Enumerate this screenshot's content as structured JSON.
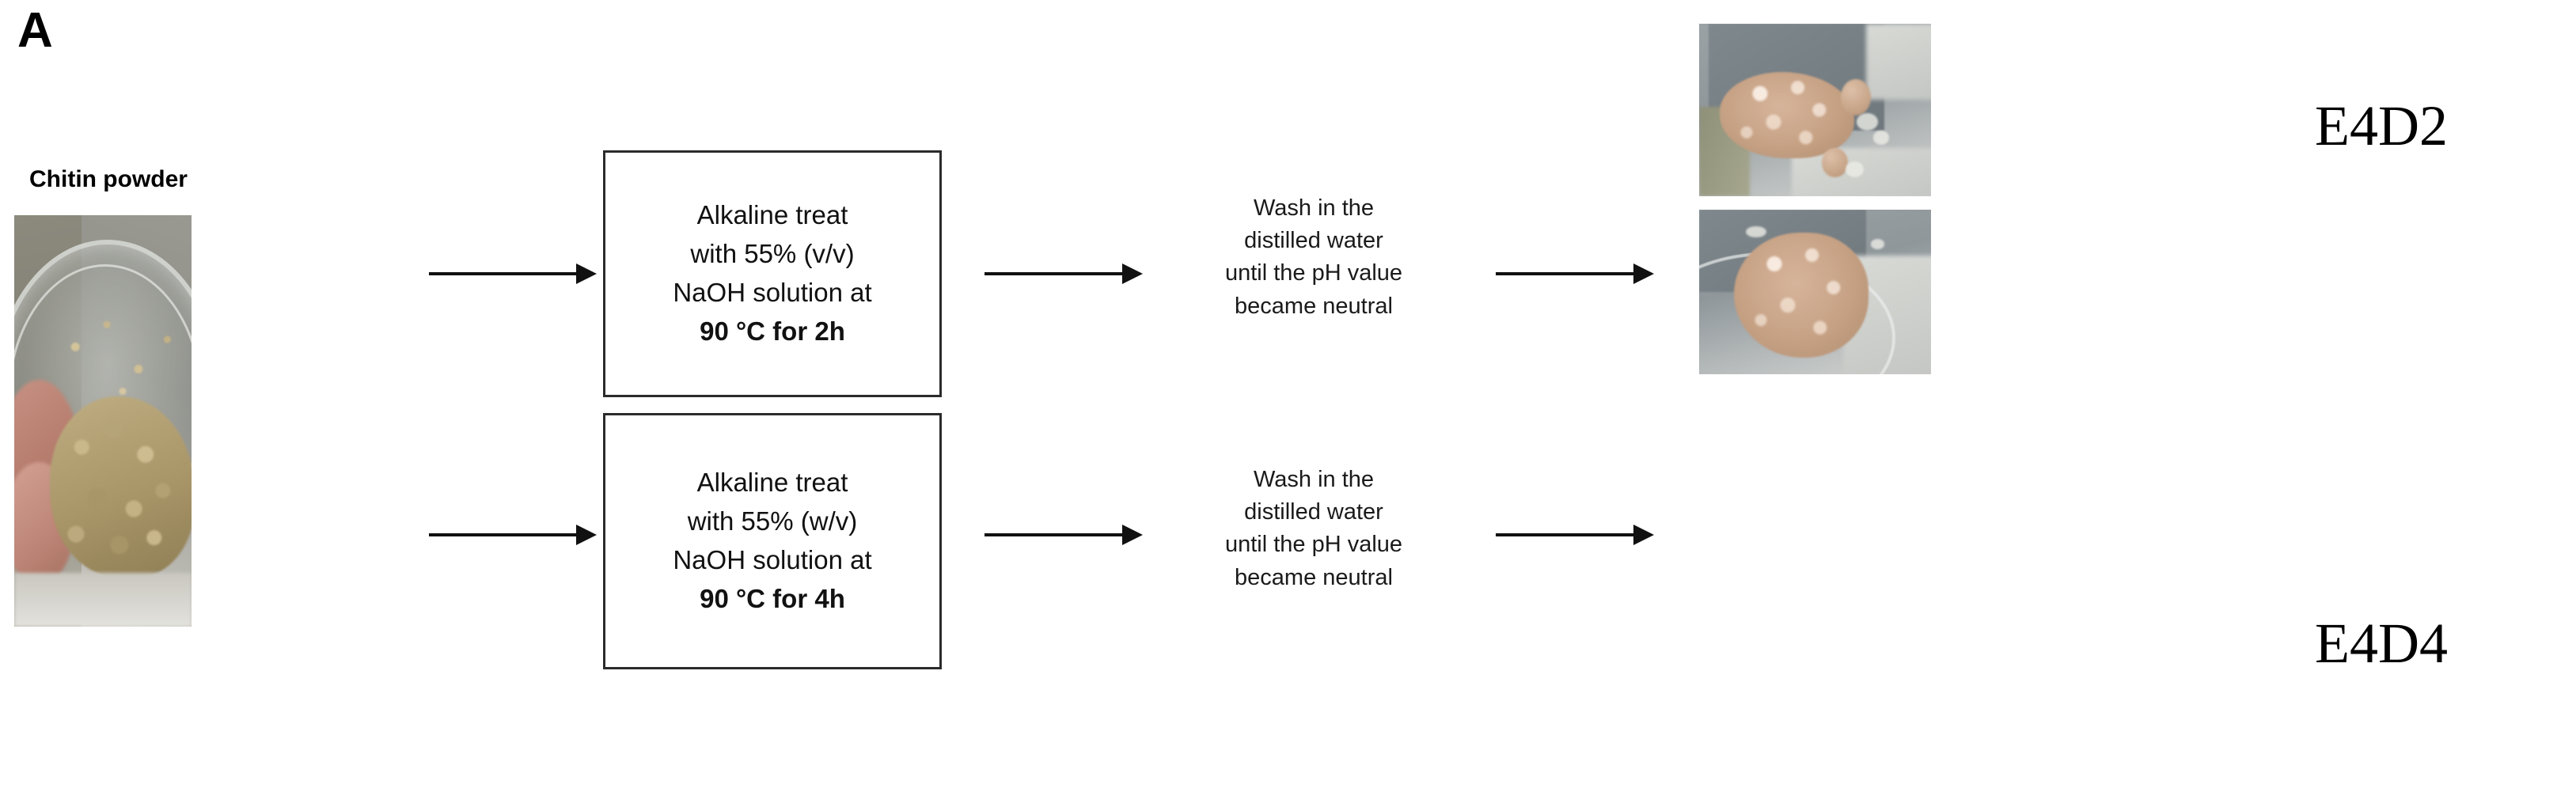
{
  "figure": {
    "panel_letter": "A",
    "caption_chitin": "Chitin powder"
  },
  "process_steps": {
    "box_top": {
      "line1": "Alkaline treat",
      "line2": "with 55% (v/v)",
      "line3": "NaOH solution at",
      "line4": "90 °C for 2h"
    },
    "box_bottom": {
      "line1": "Alkaline treat",
      "line2": "with 55% (w/v)",
      "line3": "NaOH solution at",
      "line4": "90 °C for 4h"
    },
    "wash_top": {
      "line1": "Wash in the",
      "line2": "distilled water",
      "line3": "until the pH value",
      "line4": "became neutral"
    },
    "wash_bottom": {
      "line1": "Wash in the",
      "line2": "distilled water",
      "line3": "until the pH value",
      "line4": "became neutral"
    }
  },
  "results": {
    "label_top": "E4D2",
    "label_bottom": "E4D4"
  },
  "colors": {
    "box_border": "#2b2b2b",
    "arrow": "#111111",
    "text": "#111111",
    "gel_product": "#c6a184",
    "chitin_powder": "#a89568"
  }
}
